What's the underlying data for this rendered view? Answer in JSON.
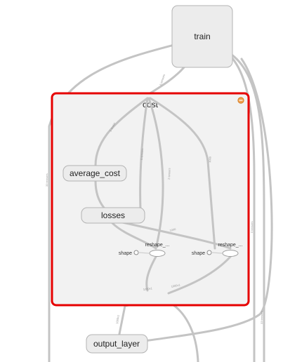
{
  "nodes": {
    "train": "train",
    "cost": "cost",
    "average_cost": "average_cost",
    "losses": "losses",
    "reshape_left": "reshape_...",
    "reshape_right": "reshape_...",
    "shape_left": "shape",
    "shape_right": "shape",
    "output_layer": "output_layer"
  },
  "edge_labels": {
    "train_to_cost": "5 tensors",
    "cost_left": "1 scalar",
    "cost_mid": "5 tensors",
    "cost_right_mid": "2 tensors",
    "cost_right": "1000",
    "left_outer": "33 tensors",
    "right_outer_a": "5 tensors",
    "right_outer_b": "33 tensors",
    "losses_to_reshape": "1000",
    "reshape_out_left": "1000x1",
    "reshape_out_right": "1000x1",
    "output_in": "1000x1"
  },
  "colors": {
    "selection": "#e60000",
    "collapse_button": "#f0a04b"
  },
  "icons": {
    "collapse": "minus-circle-icon"
  }
}
